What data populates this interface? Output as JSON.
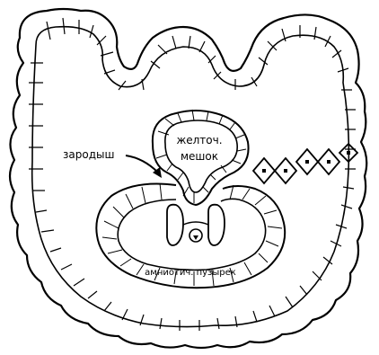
{
  "diagram": {
    "labels": {
      "yolk_sac_line1": "желточ.",
      "yolk_sac_line2": "мешок",
      "embryo": "зародыш",
      "amniotic_vesicle": "амниотич. пузырек"
    },
    "colors": {
      "stroke": "#000000",
      "background": "#ffffff"
    }
  }
}
